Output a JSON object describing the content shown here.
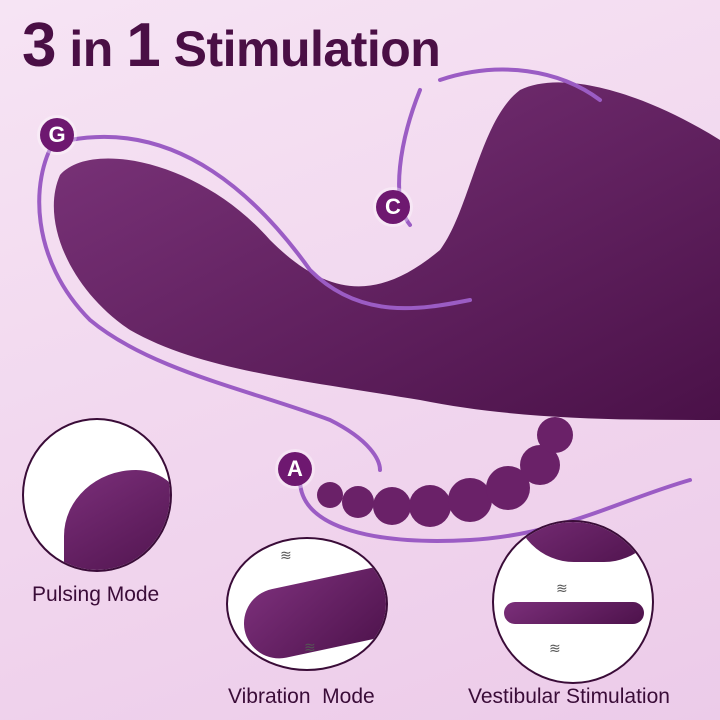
{
  "header": {
    "title_part1": "3",
    "title_part2": "in",
    "title_part3": "1",
    "title_part4": "Stimulation"
  },
  "markers": {
    "g": "G",
    "c": "C",
    "a": "A"
  },
  "modes": [
    {
      "label": "Pulsing Mode"
    },
    {
      "label": "Vibration  Mode"
    },
    {
      "label": "Vestibular Stimulation"
    }
  ],
  "colors": {
    "background": "#f1d6ee",
    "accent_purple": "#6e1870",
    "title_color": "#4a0f45",
    "outline_lavender": "#9b5cc4"
  },
  "icons": {
    "vibration": "≋"
  }
}
